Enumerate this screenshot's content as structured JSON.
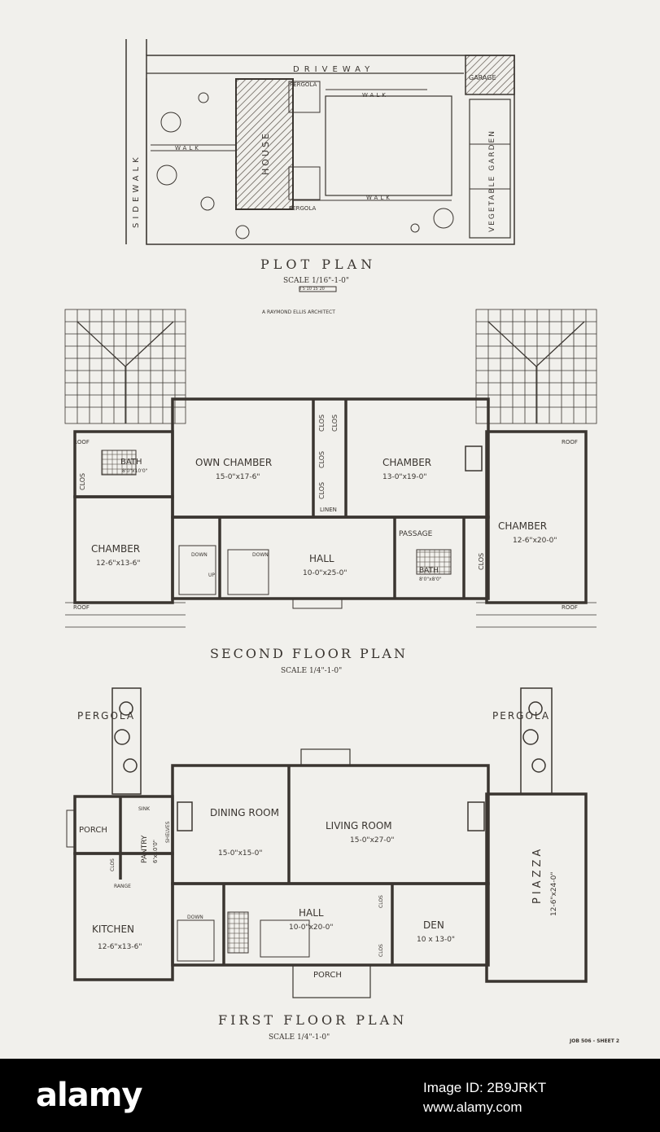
{
  "plot": {
    "title": "PLOT PLAN",
    "scale": "SCALE 1/16\"-1-0\"",
    "scale_ticks": "0 5 10 15 20",
    "architect": "A RAYMOND ELLIS ARCHITECT",
    "driveway": "DRIVEWAY",
    "sidewalk": "SIDEWALK",
    "house": "HOUSE",
    "pergola_top": "PERGOLA",
    "pergola_bottom": "PERGOLA",
    "walk_left": "WALK",
    "walk_top": "WALK",
    "walk_bottom": "WALK",
    "garage": "GARAGE",
    "vegetable_garden": "VEGETABLE GARDEN"
  },
  "second_floor": {
    "title": "SECOND FLOOR PLAN",
    "scale": "SCALE 1/4\"-1-0\"",
    "rooms": {
      "own_chamber": {
        "name": "OWN CHAMBER",
        "dims": "15-0\"x17-6\""
      },
      "chamber_center": {
        "name": "CHAMBER",
        "dims": "13-0\"x19-0\""
      },
      "chamber_left": {
        "name": "CHAMBER",
        "dims": "12-6\"x13-6\""
      },
      "chamber_right": {
        "name": "CHAMBER",
        "dims": "12-6\"x20-0\""
      },
      "bath_left": {
        "name": "BATH",
        "dims": "8'0\"x10'0\""
      },
      "bath_right": {
        "name": "BATH",
        "dims": "8'0\"x8'0\""
      },
      "hall": {
        "name": "HALL",
        "dims": "10-0\"x25-0\""
      },
      "passage": {
        "name": "PASSAGE"
      }
    },
    "clos": "CLOS",
    "linen": "LINEN",
    "roof": "ROOF",
    "down": "DOWN",
    "up": "UP"
  },
  "first_floor": {
    "title": "FIRST FLOOR PLAN",
    "scale": "SCALE 1/4\"-1-0\"",
    "pergola_left": "PERGOLA",
    "pergola_right": "PERGOLA",
    "rooms": {
      "dining": {
        "name": "DINING ROOM",
        "dims": "15-0\"x15-0\""
      },
      "living": {
        "name": "LIVING ROOM",
        "dims": "15-0\"x27-0\""
      },
      "piazza": {
        "name": "PIAZZA",
        "dims": "12-6\"x24-0\""
      },
      "kitchen": {
        "name": "KITCHEN",
        "dims": "12-6\"x13-6\""
      },
      "pantry": {
        "name": "PANTRY",
        "dims": "6'x10'0\""
      },
      "hall": {
        "name": "HALL",
        "dims": "10-0\"x20-0\""
      },
      "den": {
        "name": "DEN",
        "dims": "10 x 13-0\""
      },
      "porch_side": {
        "name": "PORCH"
      },
      "porch_front": {
        "name": "PORCH"
      }
    },
    "sink": "SINK",
    "shelves": "SHELVES",
    "range": "RANGE",
    "clos": "CLOS",
    "down": "DOWN"
  },
  "sheet_id": "JOB 506 - SHEET 2",
  "watermark": {
    "logo": "alamy",
    "image_id": "Image ID: 2B9JRKT",
    "url": "www.alamy.com"
  },
  "colors": {
    "paper": "#f1f0ec",
    "ink": "#3a3530",
    "footer": "#000000"
  }
}
